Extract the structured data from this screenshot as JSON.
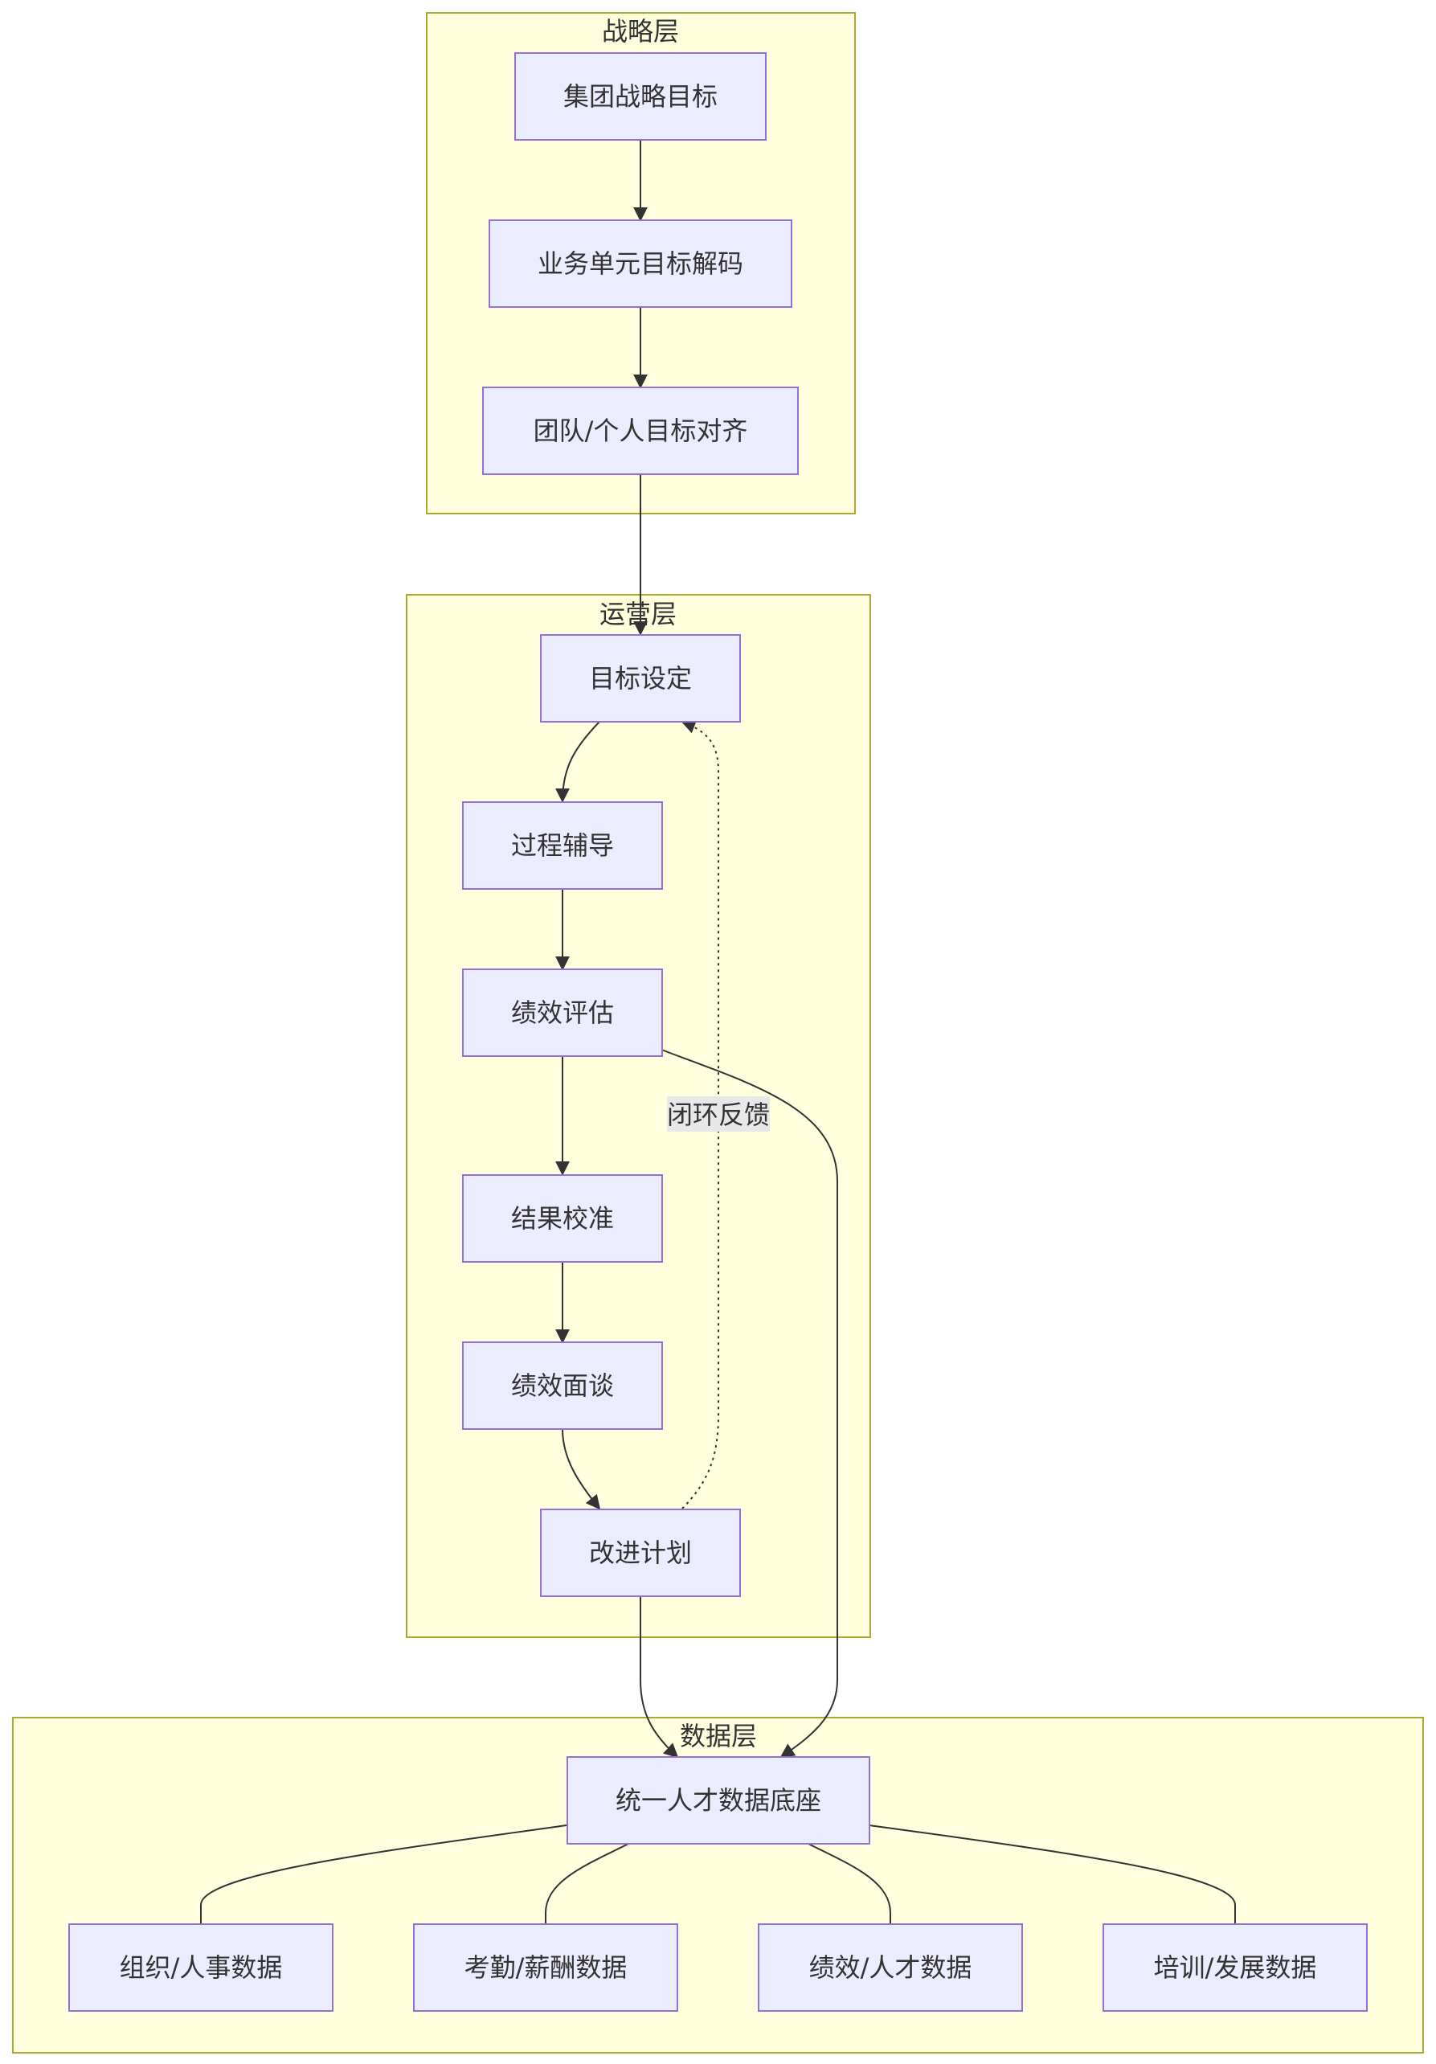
{
  "clusters": {
    "strategy": "战略层",
    "operations": "运营层",
    "data": "数据层"
  },
  "nodes": {
    "group_goal": "集团战略目标",
    "bu_goal": "业务单元目标解码",
    "team_goal": "团队/个人目标对齐",
    "goal_setting": "目标设定",
    "coaching": "过程辅导",
    "evaluation": "绩效评估",
    "calibration": "结果校准",
    "interview": "绩效面谈",
    "improvement": "改进计划",
    "talent_base": "统一人才数据底座",
    "org_data": "组织/人事数据",
    "attendance_data": "考勤/薪酬数据",
    "perf_data": "绩效/人才数据",
    "training_data": "培训/发展数据"
  },
  "edge_labels": {
    "feedback": "闭环反馈"
  },
  "colors": {
    "cluster_fill": "#ffffde",
    "cluster_stroke": "#aaaa33",
    "node_fill": "#ececff",
    "node_stroke": "#9370db",
    "edge": "#333333"
  }
}
